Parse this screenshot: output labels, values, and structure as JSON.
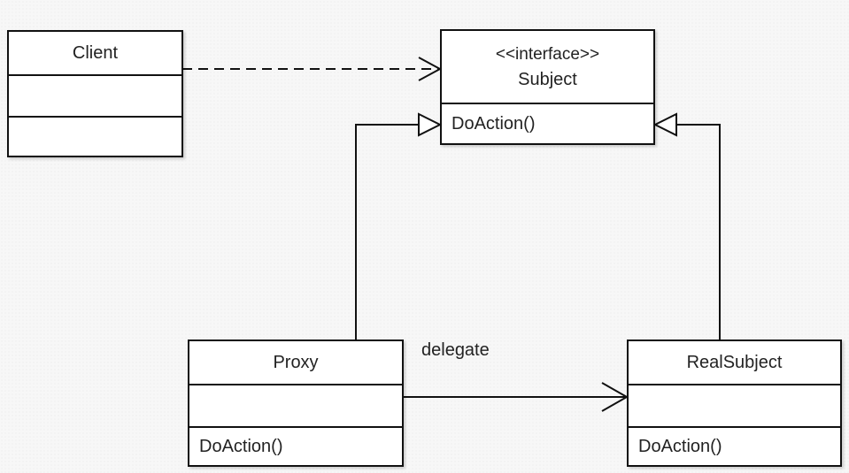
{
  "classes": {
    "client": {
      "name": "Client",
      "attributes": [],
      "methods": []
    },
    "subject": {
      "stereotype": "<<interface>>",
      "name": "Subject",
      "methods": [
        "DoAction()"
      ]
    },
    "proxy": {
      "name": "Proxy",
      "attributes": [],
      "methods": [
        "DoAction()"
      ]
    },
    "real_subject": {
      "name": "RealSubject",
      "attributes": [],
      "methods": [
        "DoAction()"
      ]
    }
  },
  "relations": {
    "client_subject": {
      "type": "dependency",
      "from": "Client",
      "to": "Subject"
    },
    "proxy_subject": {
      "type": "realization",
      "from": "Proxy",
      "to": "Subject"
    },
    "realsubject_subject": {
      "type": "realization",
      "from": "RealSubject",
      "to": "Subject"
    },
    "proxy_realsubject": {
      "type": "association",
      "from": "Proxy",
      "to": "RealSubject",
      "label": "delegate"
    }
  },
  "colors": {
    "line": "#111111",
    "box_fill": "#ffffff",
    "background": "#f7f7f7"
  }
}
